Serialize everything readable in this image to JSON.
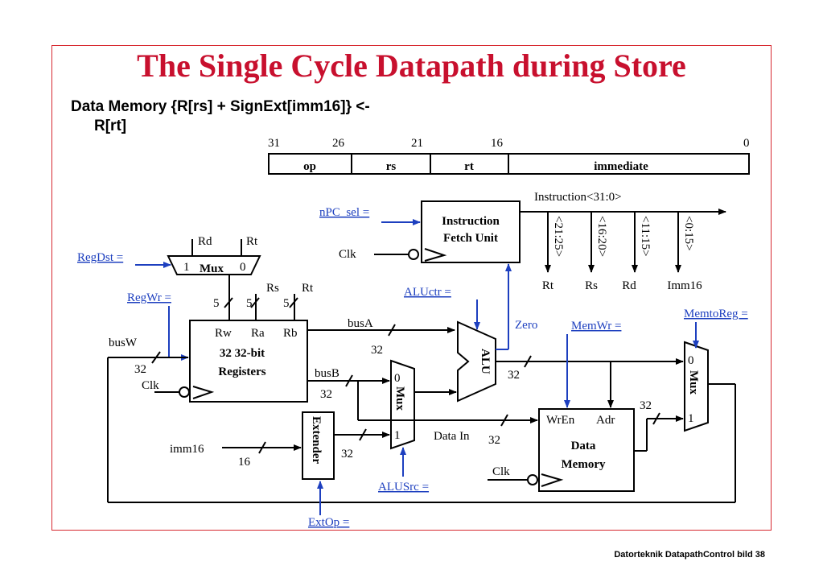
{
  "title": "The Single Cycle Datapath during Store",
  "subtitle_line1": "Data Memory {R[rs] + SignExt[imm16]}  <-",
  "subtitle_line2": "R[rt]",
  "footer": "Datorteknik DatapathControl bild 38",
  "instruction_format": {
    "bit_labels": [
      "31",
      "26",
      "21",
      "16",
      "0"
    ],
    "fields": [
      "op",
      "rs",
      "rt",
      "immediate"
    ]
  },
  "control_signals": {
    "npc_sel": "nPC_sel =",
    "regdst": "RegDst =",
    "regwr": "RegWr =",
    "aluctr": "ALUctr =",
    "memwr": "MemWr =",
    "memtoreg": "MemtoReg =",
    "alusrc": "ALUSrc =",
    "extop": "ExtOp ="
  },
  "blocks": {
    "ifetch_line1": "Instruction",
    "ifetch_line2": "Fetch Unit",
    "regfile_line1": "32 32-bit",
    "regfile_line2": "Registers",
    "regfile_ports": [
      "Rw",
      "Ra",
      "Rb"
    ],
    "alu": "ALU",
    "extender": "Extender",
    "mux": "Mux",
    "datamem_line1": "Data",
    "datamem_line2": "Memory",
    "datamem_ports": [
      "WrEn",
      "Adr"
    ]
  },
  "labels": {
    "instruction": "Instruction<31:0>",
    "fields_vertical": [
      "<21:25>",
      "<16:20>",
      "<11:15>",
      "<0:15>"
    ],
    "field_names": [
      "Rt",
      "Rs",
      "Rd",
      "Imm16"
    ],
    "clk": "Clk",
    "rd": "Rd",
    "rt": "Rt",
    "rs": "Rs",
    "mux_in_0": "0",
    "mux_in_1": "1",
    "width_5": "5",
    "width_32": "32",
    "width_16": "16",
    "busA": "busA",
    "busB": "busB",
    "busW": "busW",
    "zero": "Zero",
    "data_in": "Data In",
    "imm16": "imm16"
  }
}
